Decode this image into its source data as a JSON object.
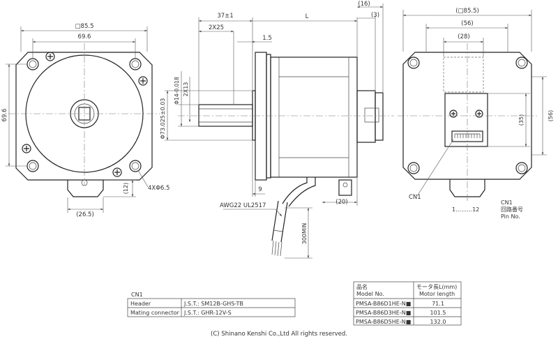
{
  "front_view": {
    "square_size": "□85.5",
    "hole_pitch_width": "69.6",
    "hole_pitch_height": "69.6",
    "connector_width": "(26.5)",
    "connector_height": "(12)",
    "holes": "4XΦ6.5"
  },
  "side_view": {
    "shaft_length": "37±1",
    "body_length": "L",
    "dim_16": "(16)",
    "dim_3": "(3)",
    "flat_length": "2X25",
    "flange_thickness": "1.5",
    "shaft_diameter": "Φ14-0.018",
    "flat_depth": "2X13",
    "pilot_diameter": "Φ73.025±0.03",
    "dim_9": "9",
    "dim_20": "(20)",
    "cable_spec": "AWG22  UL2517",
    "cable_length": "300MIN"
  },
  "rear_view": {
    "square_size": "(□85.5)",
    "width_56": "(56)",
    "width_28": "(28)",
    "height_35": "(35)",
    "height_56": "(56)",
    "connector_label": "CN1",
    "pin_range": "1………12",
    "pin_caption_jp": "回路番号",
    "pin_caption_en": "Pin No.",
    "pin_caption_cn": "CN1"
  },
  "cn1_table": {
    "title": "CN1",
    "rows": [
      {
        "label": "Header",
        "value": "J.S.T.: SM12B-GHS-TB"
      },
      {
        "label": "Mating connector",
        "value": "J.S.T.: GHR-12V-S"
      }
    ]
  },
  "model_table": {
    "header_model_jp": "品名",
    "header_model_en": "Model No.",
    "header_length_jp": "モータ長L(mm)",
    "header_length_en": "Motor length",
    "rows": [
      {
        "model": "PMSA-B86D1HE-N■",
        "length": "71.1"
      },
      {
        "model": "PMSA-B86D3HE-N■",
        "length": "101.5"
      },
      {
        "model": "PMSA-B86D5HE-N■",
        "length": "132.0"
      }
    ]
  },
  "copyright": "(C)  Shinano Kenshi Co.,Ltd All rights reserved."
}
